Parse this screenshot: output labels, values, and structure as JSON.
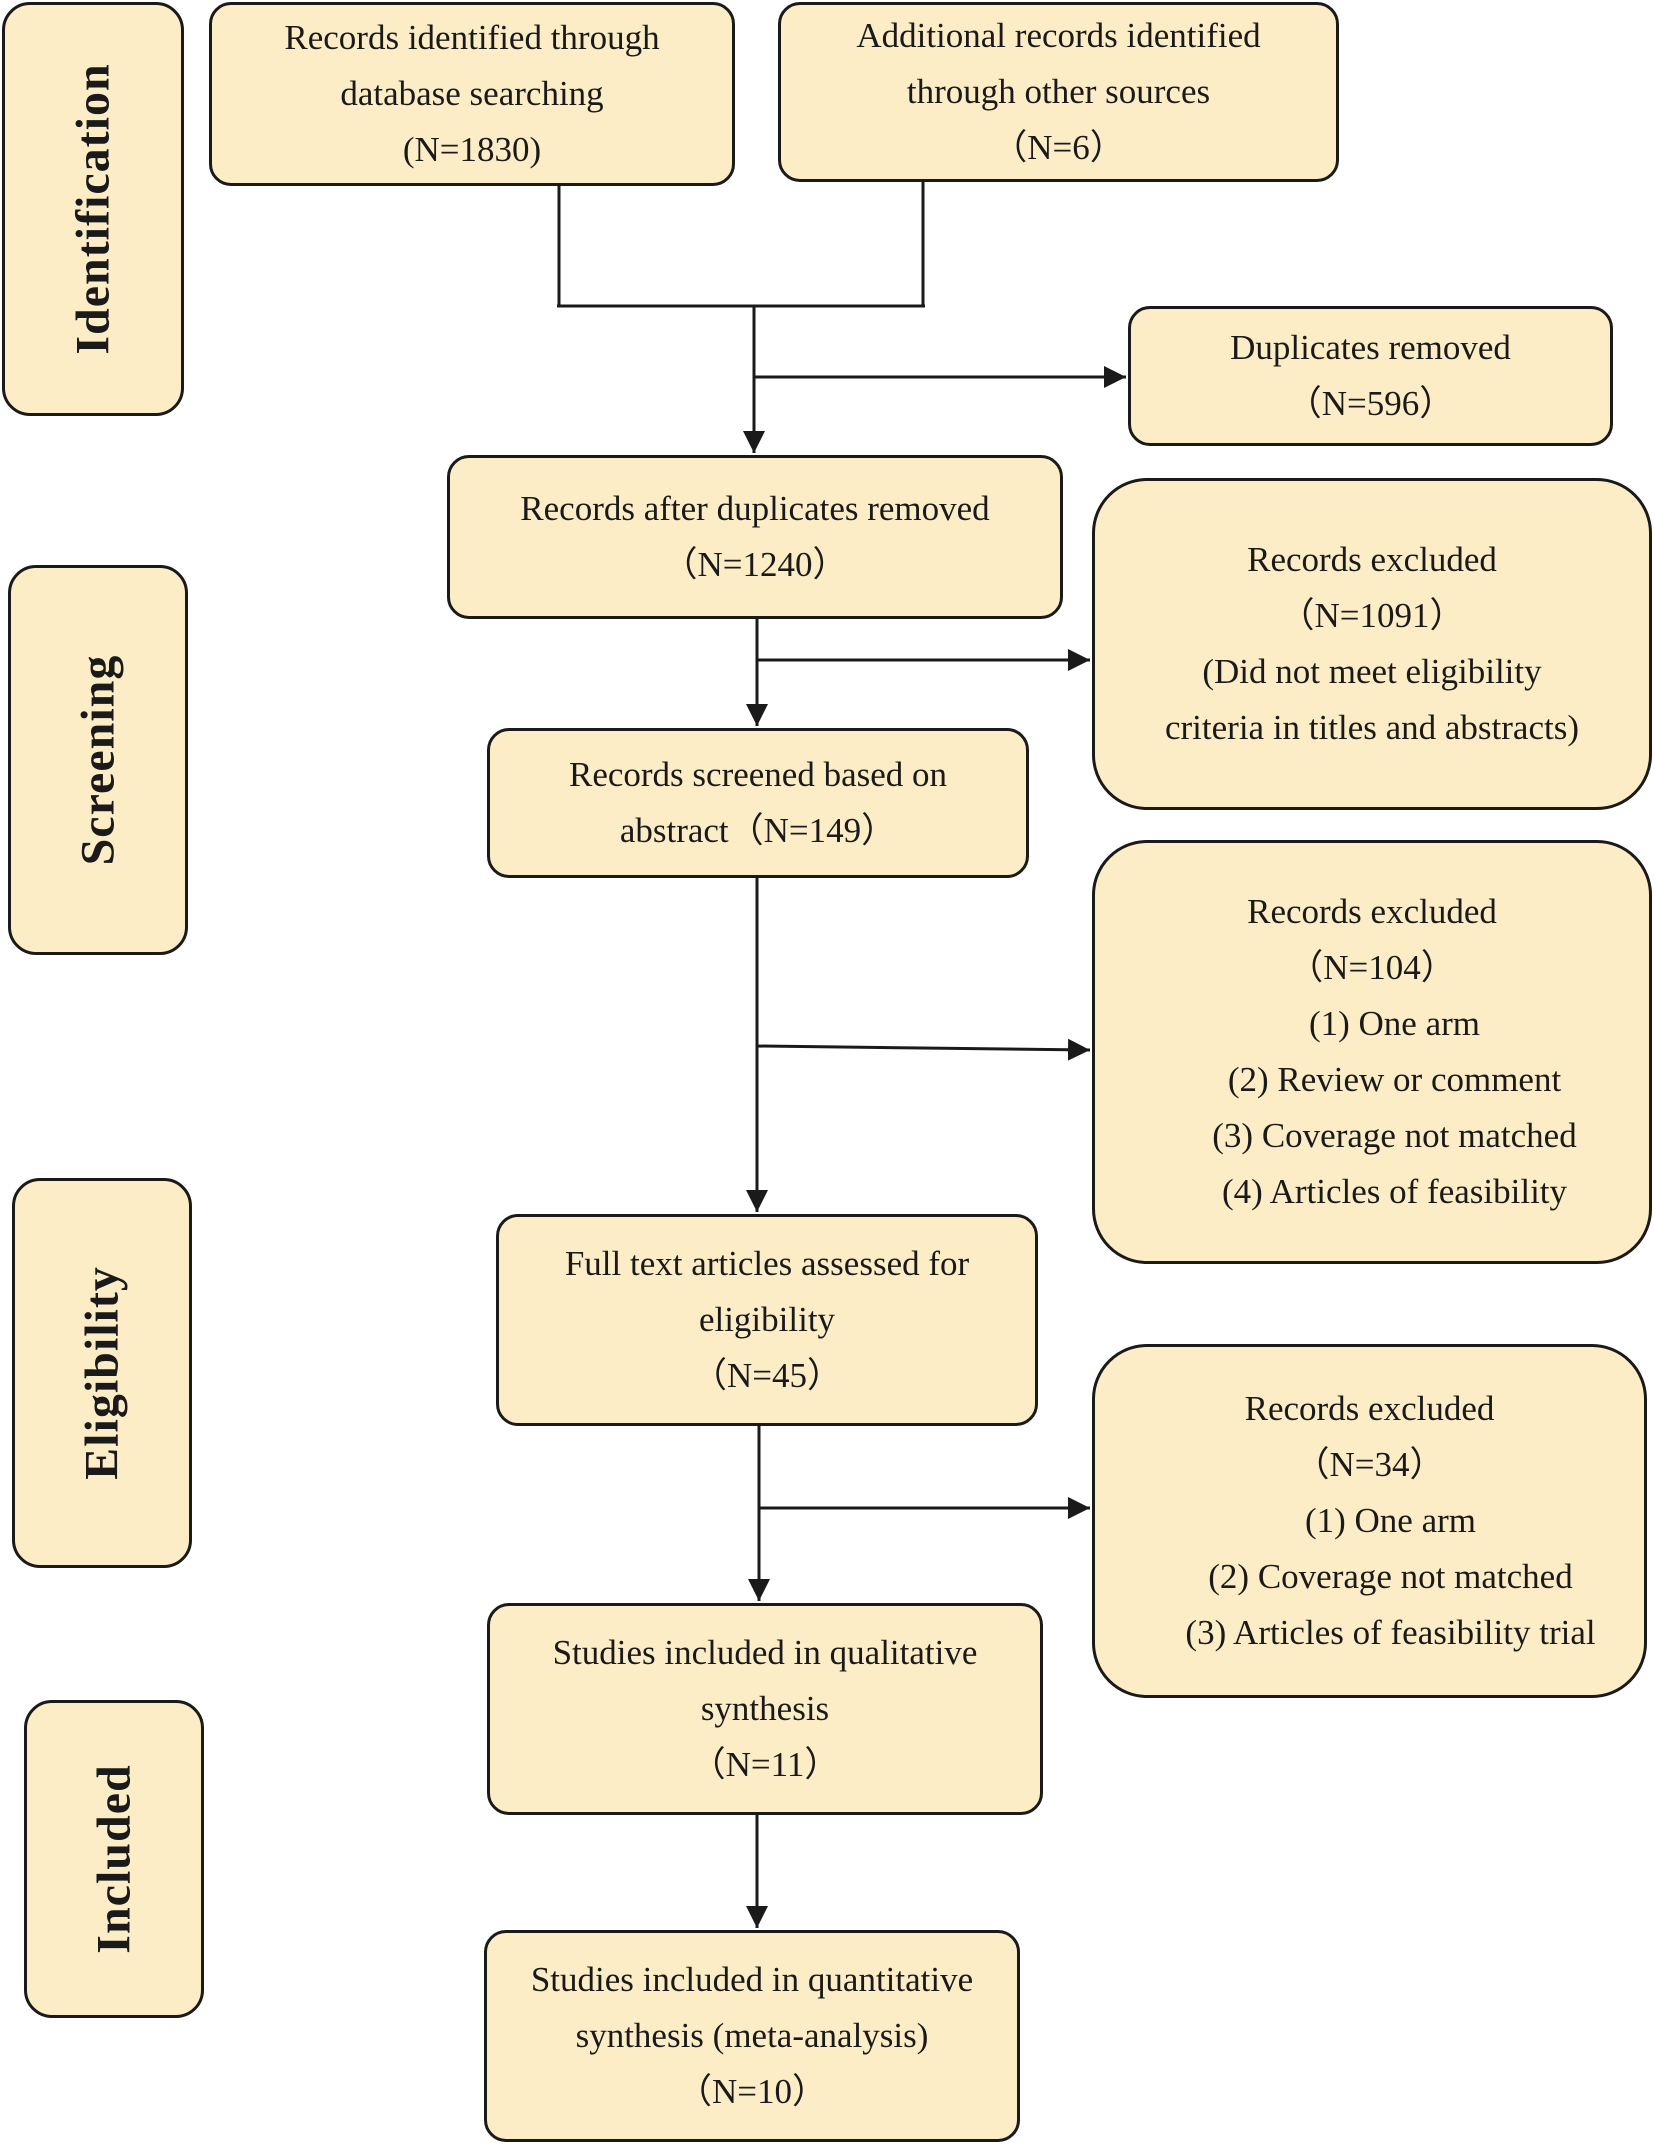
{
  "stages": {
    "identification": "Identification",
    "screening": "Screening",
    "eligibility": "Eligibility",
    "included": "Included"
  },
  "boxes": {
    "database": [
      "Records identified through",
      "database searching",
      "(N=1830)"
    ],
    "other_sources": [
      "Additional records identified",
      "through other sources",
      "（N=6）"
    ],
    "duplicates_removed": [
      "Duplicates removed",
      "（N=596）"
    ],
    "after_duplicates": [
      "Records after duplicates removed",
      "（N=1240）"
    ],
    "excluded_1": [
      "Records excluded",
      "（N=1091）",
      "(Did not meet eligibility",
      "criteria in titles and abstracts)"
    ],
    "screened": [
      "Records screened based on",
      "abstract（N=149）"
    ],
    "excluded_2": {
      "title": "Records excluded",
      "count": "（N=104）",
      "items": [
        "(1)  One arm",
        "(2)  Review or comment",
        "(3)  Coverage not matched",
        "(4)  Articles of feasibility"
      ]
    },
    "full_text": [
      "Full text articles assessed for",
      "eligibility",
      "（N=45）"
    ],
    "excluded_3": {
      "title": "Records excluded",
      "count": "（N=34）",
      "items": [
        "(1) One arm",
        "(2) Coverage not matched",
        "(3) Articles of feasibility trial"
      ]
    },
    "qualitative": [
      "Studies included in qualitative",
      "synthesis",
      "（N=11）"
    ],
    "quantitative": [
      "Studies included in quantitative",
      "synthesis (meta-analysis)",
      "（N=10）"
    ]
  }
}
